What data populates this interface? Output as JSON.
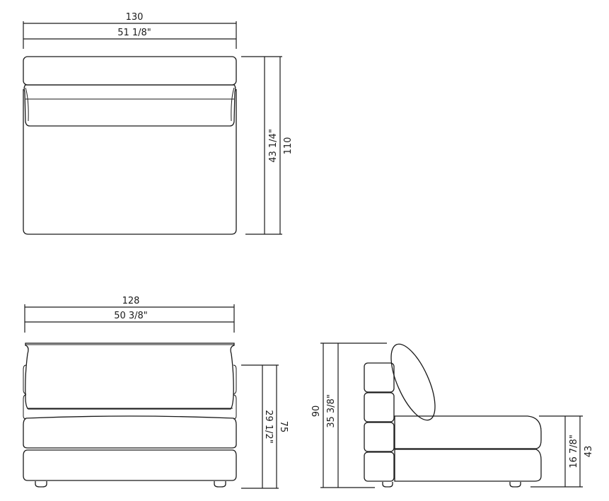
{
  "views": {
    "top": {
      "width_cm": "130",
      "width_in": "51 1/8\"",
      "depth_in": "43 1/4\"",
      "depth_cm": "110"
    },
    "front": {
      "width_cm": "128",
      "width_in": "50 3/8\"",
      "height_in": "29 1/2\"",
      "height_cm": "75"
    },
    "side": {
      "height_cm": "90",
      "height_in": "35 3/8\"",
      "seat_in": "16 7/8\"",
      "seat_cm": "43"
    }
  },
  "colors": {
    "line": "#1a1a1a",
    "background": "#ffffff"
  }
}
